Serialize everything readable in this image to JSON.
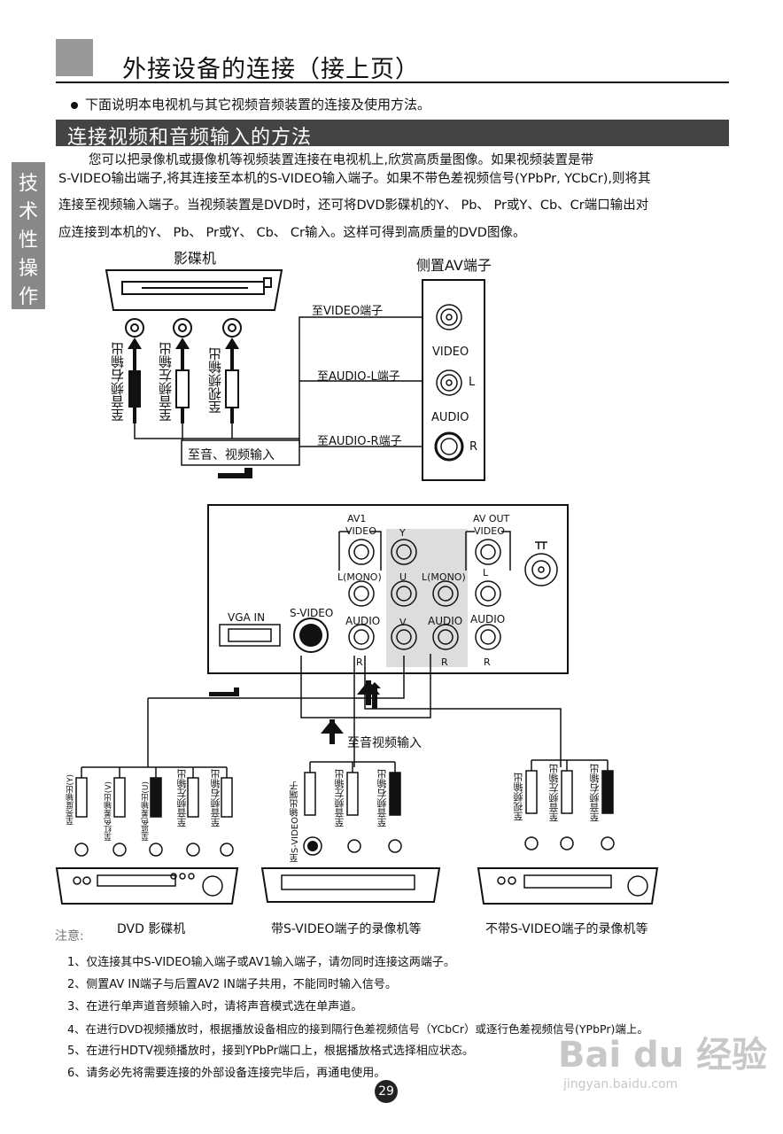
{
  "header": {
    "title": "外接设备的连接（接上页）",
    "intro": "下面说明本电视机与其它视频音频装置的连接及使用方法。"
  },
  "section": {
    "title": "连接视频和音频输入的方法"
  },
  "sidebar": [
    "技",
    "术",
    "性",
    "操",
    "作"
  ],
  "paragraph": [
    "您可以把录像机或摄像机等视频装置连接在电视机上,欣赏高质量图像。如果视频装置是带",
    "S-VIDEO输出端子,将其连接至本机的S-VIDEO输入端子。如果不带色差视频信号(YPbPr, YCbCr),则将其",
    "连接至视频输入端子。当视频装置是DVD时，还可将DVD影碟机的Y、 Pb、 Pr或Y、Cb、Cr端口输出对",
    "应连接到本机的Y、 Pb、 Pr或Y、 Cb、 Cr输入。这样可得到高质量的DVD图像。"
  ],
  "diagram1": {
    "player_label": "影碟机",
    "side_av_label": "侧置AV端子",
    "cable_labels": [
      "至音频右输出",
      "至音频左输出",
      "至视频输出"
    ],
    "to_video": "至VIDEO端子",
    "to_audio_l": "至AUDIO-L端子",
    "to_audio_r": "至AUDIO-R端子",
    "to_av_input": "至音、视频输入",
    "jack_video": "VIDEO",
    "jack_audio": "AUDIO",
    "jack_l": "L",
    "jack_r": "R"
  },
  "panel": {
    "av1": "AV1",
    "video_in": "VIDEO",
    "av_out": "AV OUT",
    "video_out": "VIDEO",
    "y": "Y",
    "u": "U",
    "v": "V",
    "lmono1": "L(MONO)",
    "lmono2": "L(MONO)",
    "l_out": "L",
    "audio1": "AUDIO",
    "audio2": "AUDIO",
    "audio3": "AUDIO",
    "r1": "R",
    "r2": "R",
    "r3": "R",
    "vga": "VGA IN",
    "svideo": "S-VIDEO"
  },
  "diagram2": {
    "to_av_input": "至音视频输入",
    "dvd_cables": [
      "至亮度输出(Y)",
      "至红色差输出(V)",
      "至蓝色差输出(U)",
      "至音频左输出",
      "至音频右输出"
    ],
    "vcr_s_cables": [
      "至S-VIDEO输出端子",
      "至音频左输出",
      "至音频右输出"
    ],
    "vcr_cables": [
      "至视频输出",
      "至音频左输出",
      "至音频右输出"
    ],
    "dvd_label": "DVD 影碟机",
    "vcr_s_label": "带S-VIDEO端子的录像机等",
    "vcr_label": "不带S-VIDEO端子的录像机等"
  },
  "notes_title": "注意:",
  "notes": [
    "1、仅连接其中S-VIDEO输入端子或AV1输入端子，请勿同时连接这两端子。",
    "2、侧置AV IN端子与后置AV2 IN端子共用，不能同时输入信号。",
    "3、在进行单声道音频输入时，请将声音模式选在单声道。",
    "4、在进行DVD视频播放时，根据播放设备相应的接到隔行色差视频信号（YCbCr）或逐行色差视频信号(YPbPr)端上。",
    "5、在进行HDTV视频播放时，接到YPbPr端口上，根据播放格式选择相应状态。",
    "6、请务必先将需要连接的外部设备连接完毕后，再通电使用。"
  ],
  "page_number": "29",
  "watermark": {
    "main": "Bai du 经验",
    "sub": "jingyan.baidu.com"
  }
}
